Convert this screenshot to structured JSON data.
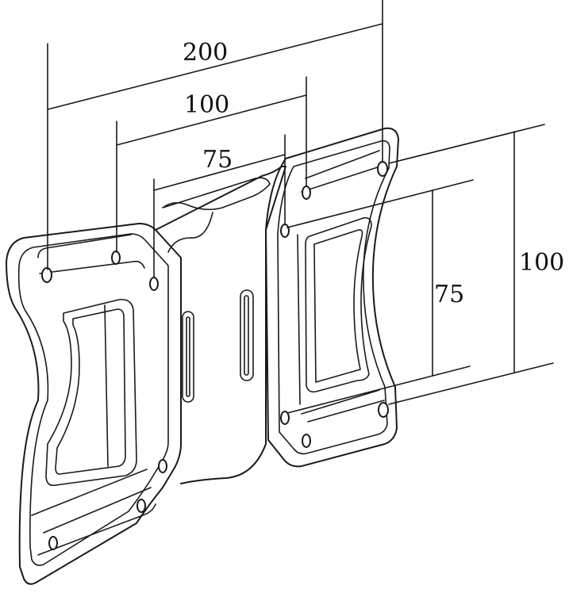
{
  "dimensions": {
    "horizontal_200": "200",
    "horizontal_100": "100",
    "horizontal_75": "75",
    "vertical_100": "100",
    "vertical_75": "75"
  },
  "colors": {
    "line": "#1a1a1a",
    "background": "#ffffff"
  }
}
